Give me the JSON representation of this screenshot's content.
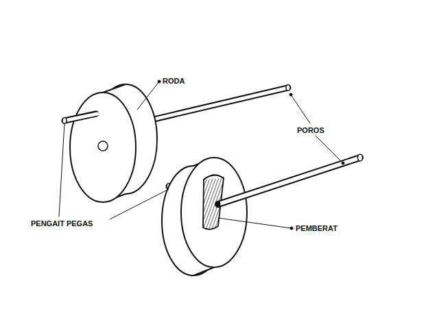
{
  "diagram": {
    "labels": [
      "RODA",
      "POROS",
      "PENGAIT PEGAS",
      "PEMBERAT"
    ]
  }
}
